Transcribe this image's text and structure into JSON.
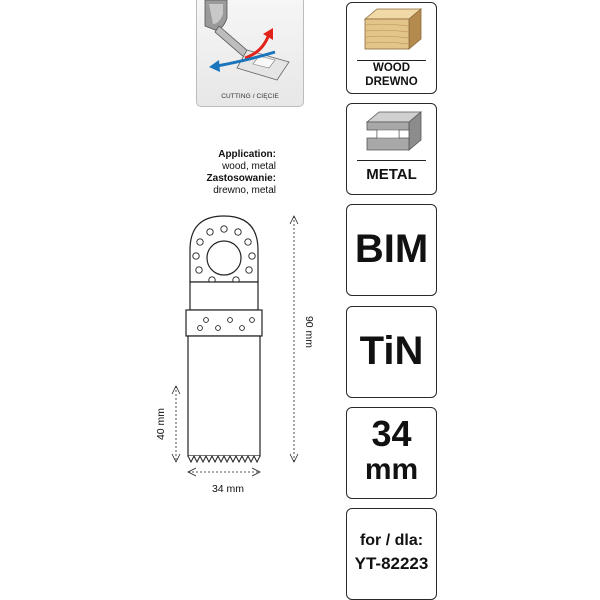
{
  "cutting": {
    "caption": "CUTTING / CIĘCIE"
  },
  "application": {
    "title_en": "Application:",
    "value_en": "wood, metal",
    "title_pl": "Zastosowanie:",
    "value_pl": "drewno, metal"
  },
  "dimensions": {
    "length": "90 mm",
    "depth": "40 mm",
    "width": "34 mm"
  },
  "cards": {
    "wood_line1": "WOOD",
    "wood_line2": "DREWNO",
    "metal": "METAL",
    "material": "BIM",
    "coating": "TiN",
    "size_num": "34",
    "size_unit": "mm",
    "model_label": "for / dla:",
    "model_code": "YT-82223"
  },
  "colors": {
    "wood_light": "#e3c58a",
    "wood_dark": "#b58a4e",
    "metal_grey": "#a8a8a8",
    "arrow_red": "#e2231a",
    "arrow_blue": "#1b75bc"
  }
}
